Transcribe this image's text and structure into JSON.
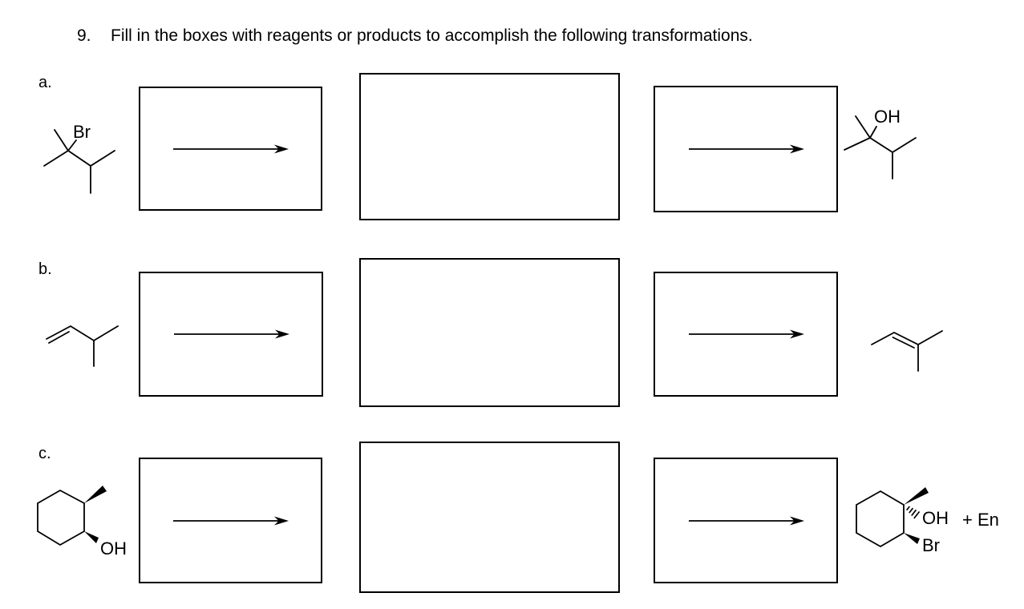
{
  "title": {
    "number": "9.",
    "text": "Fill in the boxes with reagents or products to accomplish the following transformations."
  },
  "colors": {
    "ink": "#000000",
    "background": "#ffffff"
  },
  "rows": [
    {
      "label": "a.",
      "reactant": {
        "structure": "skeletal-2-bromo-2,3-dimethylbutane",
        "atom_labels": {
          "br": "Br"
        }
      },
      "product": {
        "structure": "skeletal-2,3-dimethylbutan-2-ol",
        "atom_labels": {
          "oh": "OH"
        }
      }
    },
    {
      "label": "b.",
      "reactant": {
        "structure": "skeletal-3-methyl-1-butene",
        "atom_labels": {}
      },
      "product": {
        "structure": "skeletal-2-methyl-2-butene",
        "atom_labels": {}
      }
    },
    {
      "label": "c.",
      "reactant": {
        "structure": "skeletal-cis-2-methylcyclohexan-1-ol-wedges",
        "atom_labels": {
          "oh": "OH"
        }
      },
      "product": {
        "structure": "skeletal-2-bromo-1-methylcyclohexan-1-ol-wedge-hash",
        "atom_labels": {
          "oh": "OH",
          "br": "Br"
        },
        "extra_label": "+ En"
      }
    }
  ]
}
